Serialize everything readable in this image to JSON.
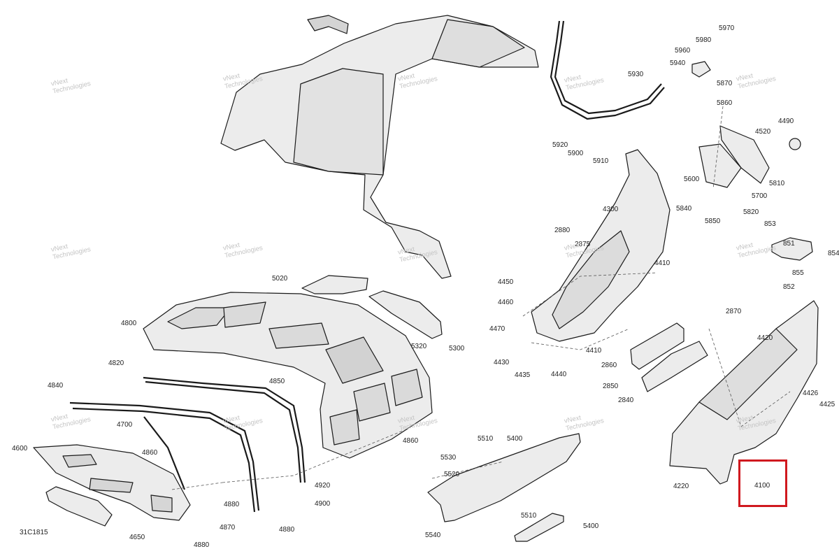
{
  "diagram": {
    "doc_ref": "31C1815",
    "highlight_color": "#d0191f",
    "highlighted_part": "4100",
    "watermark": {
      "line1": "vNext",
      "line2": "Technologies"
    },
    "callouts": [
      "4600",
      "4650",
      "4700",
      "4800",
      "4820",
      "4840",
      "4850",
      "4860",
      "4860",
      "4870",
      "4880",
      "4880",
      "4880",
      "4900",
      "4920",
      "5020",
      "5300",
      "5320",
      "5400",
      "5400",
      "5510",
      "5510",
      "5520",
      "5530",
      "5540",
      "2840",
      "2850",
      "2860",
      "2870",
      "2875",
      "2880",
      "4100",
      "4220",
      "4300",
      "4410",
      "4410",
      "4420",
      "4425",
      "4426",
      "4430",
      "4435",
      "4440",
      "4450",
      "4460",
      "4470",
      "4490",
      "4520",
      "5600",
      "5700",
      "5810",
      "5820",
      "5840",
      "5850",
      "5860",
      "5870",
      "5900",
      "5910",
      "5920",
      "5930",
      "5940",
      "5960",
      "5970",
      "5980",
      "851",
      "852",
      "853",
      "854",
      "855"
    ]
  }
}
